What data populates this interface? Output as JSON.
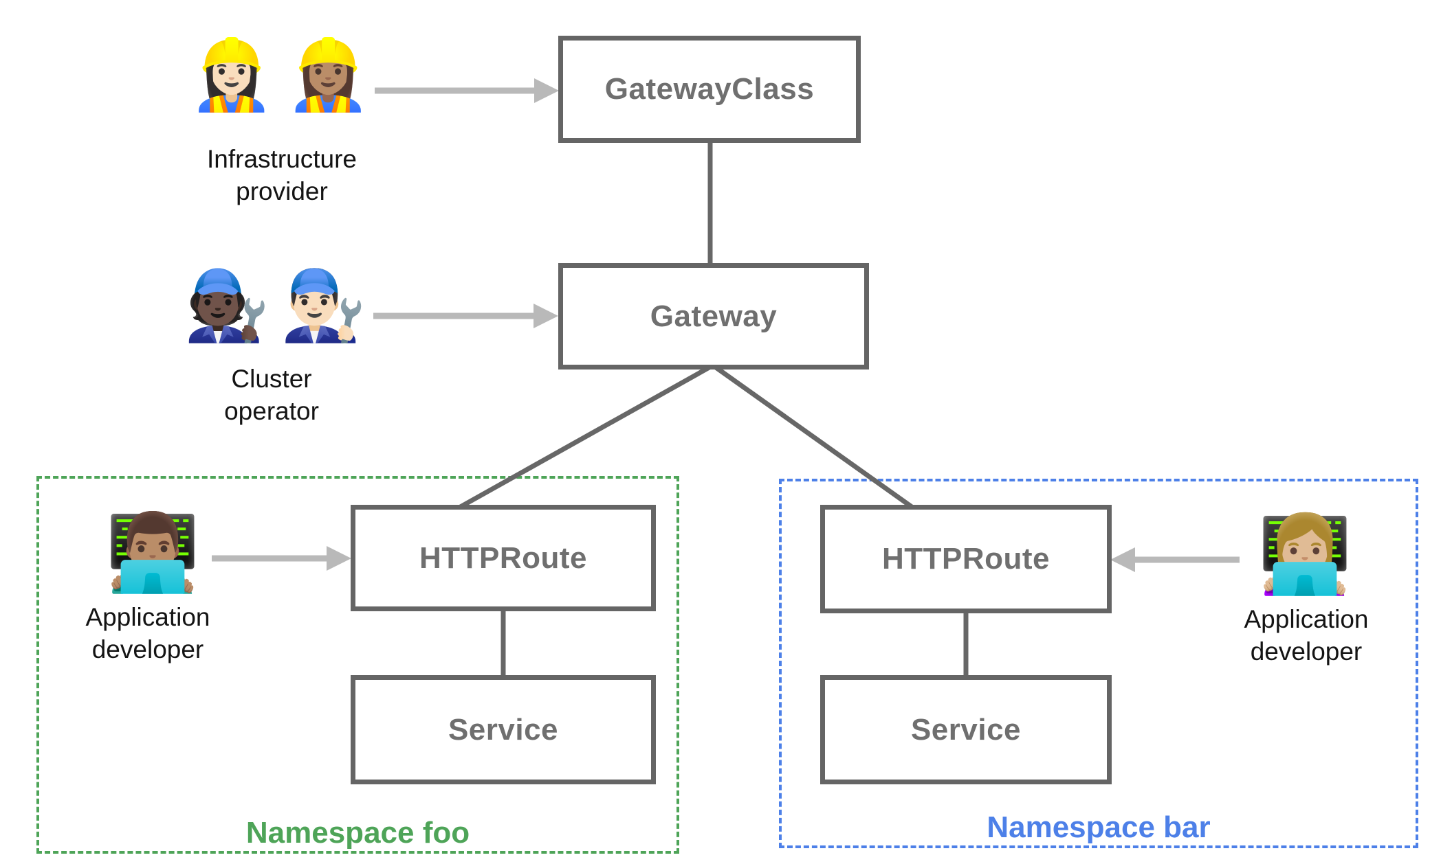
{
  "diagram": {
    "colors": {
      "box_border": "#656565",
      "box_text": "#6f6f6f",
      "connector": "#676767",
      "arrow": "#b9b9b9",
      "namespace_foo_green": "#4ea458",
      "namespace_bar_blue": "#4d80e8",
      "person_label": "#141414"
    },
    "nodes": {
      "gateway_class": {
        "label": "GatewayClass"
      },
      "gateway": {
        "label": "Gateway"
      },
      "httproute_foo": {
        "label": "HTTPRoute"
      },
      "service_foo": {
        "label": "Service"
      },
      "httproute_bar": {
        "label": "HTTPRoute"
      },
      "service_bar": {
        "label": "Service"
      }
    },
    "personas": {
      "infrastructure_provider": {
        "emojis": [
          "👷🏻‍♀️",
          "👷🏽‍♀️"
        ],
        "label_line1": "Infrastructure",
        "label_line2": "provider"
      },
      "cluster_operator": {
        "emojis": [
          "🧑🏿‍🔧",
          "👨🏻‍🔧"
        ],
        "label_line1": "Cluster",
        "label_line2": "operator"
      },
      "app_developer_foo": {
        "emojis": [
          "👨🏽‍💻"
        ],
        "label_line1": "Application",
        "label_line2": "developer"
      },
      "app_developer_bar": {
        "emojis": [
          "👩🏼‍💻"
        ],
        "label_line1": "Application",
        "label_line2": "developer"
      }
    },
    "namespaces": {
      "foo": {
        "label": "Namespace foo"
      },
      "bar": {
        "label": "Namespace bar"
      }
    }
  }
}
